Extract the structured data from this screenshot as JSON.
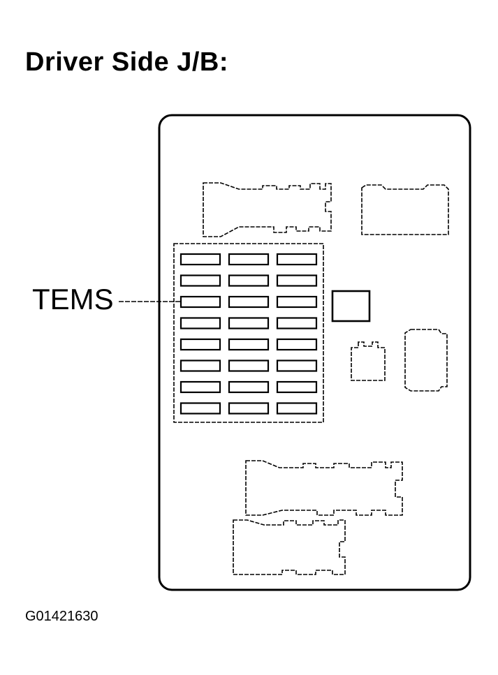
{
  "title": "Driver Side J/B:",
  "callout": {
    "label": "TEMS"
  },
  "figure_code": "G01421630",
  "fuse_grid": {
    "rows": 8,
    "cols": 3,
    "highlighted": {
      "row": 3,
      "col": 1
    }
  },
  "colors": {
    "line": "#000000",
    "background": "#ffffff",
    "highlight": "#000000"
  }
}
